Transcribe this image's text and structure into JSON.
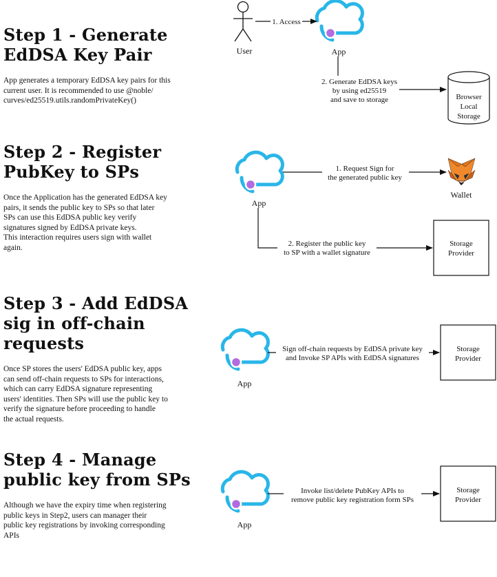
{
  "steps": [
    {
      "title": "Step 1 - Generate EdDSA Key Pair",
      "title_lines": [
        "Step 1 - Generate",
        "EdDSA Key Pair"
      ],
      "description_lines": [
        "App generates a temporary EdDSA key pairs for this",
        "current user. It is recommended to use @noble/",
        "curves/ed25519.utils.randomPrivateKey()"
      ]
    },
    {
      "title": "Step 2 - Register PubKey to SPs",
      "title_lines": [
        "Step 2 - Register",
        "PubKey to SPs"
      ],
      "description_lines": [
        "Once the Application has the generated EdDSA key",
        "pairs, it sends the public key to SPs so that later",
        "SPs can use this EdDSA public key verify",
        "signatures signed by EdDSA private keys.",
        "This interaction requires users sign with wallet",
        "again."
      ]
    },
    {
      "title": "Step 3 - Add EdDSA sig in off-chain requests",
      "title_lines": [
        "Step 3 - Add EdDSA",
        "sig in off-chain",
        "requests"
      ],
      "description_lines": [
        "Once SP stores the users' EdDSA public key, apps",
        "can send off-chain requests to SPs for interactions,",
        "which can carry EdDSA signature representing",
        "users' identities. Then SPs will use the public key to",
        "verify the signature before proceeding to handle",
        "the actual requests."
      ]
    },
    {
      "title": "Step 4 - Manage public key from SPs",
      "title_lines": [
        "Step 4 - Manage",
        "public key from SPs"
      ],
      "description_lines": [
        "Although we have the expiry time when registering",
        "public keys in Step2, users can manager their",
        "public key registrations by invoking corresponding",
        "APIs"
      ]
    }
  ],
  "diagram": {
    "step1": {
      "user_label": "User",
      "app_label": "App",
      "access_label": "1. Access",
      "generate_label_lines": [
        "2. Generate EdDSA keys",
        "by using ed25519",
        "and save to storage"
      ],
      "storage_label_lines": [
        "Browser",
        "Local",
        "Storage"
      ]
    },
    "step2": {
      "app_label": "App",
      "wallet_label": "Wallet",
      "request_label_lines": [
        "1. Request Sign for",
        "the generated public key"
      ],
      "register_label_lines": [
        "2. Register the public key",
        "to SP with a wallet signature"
      ],
      "provider_label_lines": [
        "Storage",
        "Provider"
      ]
    },
    "step3": {
      "app_label": "App",
      "sign_label_lines": [
        "Sign off-chain requests by EdDSA private key",
        "and Invoke SP APIs with EdDSA signatures"
      ],
      "provider_label_lines": [
        "Storage",
        "Provider"
      ]
    },
    "step4": {
      "app_label": "App",
      "invoke_label_lines": [
        "Invoke list/delete PubKey APIs to",
        "remove public key registration form SPs"
      ],
      "provider_label_lines": [
        "Storage",
        "Provider"
      ]
    }
  },
  "colors": {
    "cloud_stroke": "#29b6e8",
    "cloud_dot": "#b26be0",
    "line": "#111111",
    "fox_orange": "#e2761b"
  },
  "icons": [
    "user-icon",
    "app-cloud-icon",
    "database-icon",
    "metamask-fox-icon"
  ]
}
